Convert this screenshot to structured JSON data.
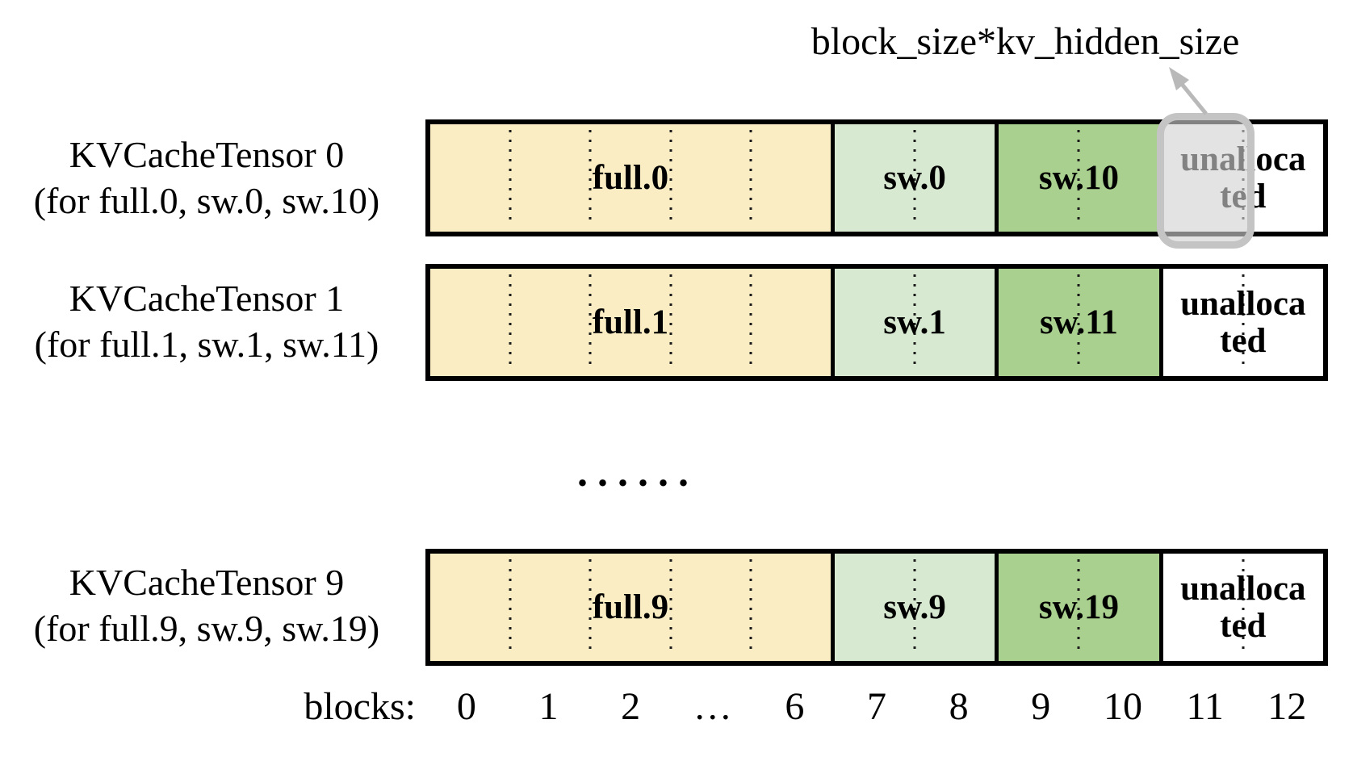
{
  "annotation": {
    "label": "block_size*kv_hidden_size"
  },
  "rows": [
    {
      "title": "KVCacheTensor 0",
      "subtitle": "(for full.0, sw.0, sw.10)",
      "segments": {
        "full": {
          "label": "full.0"
        },
        "sw_a": {
          "label": "sw.0"
        },
        "sw_b": {
          "label": "sw.10"
        },
        "unallocated": {
          "line1": "unalloca",
          "line2": "ted"
        }
      },
      "highlighted_block": "11"
    },
    {
      "title": "KVCacheTensor 1",
      "subtitle": "(for full.1, sw.1, sw.11)",
      "segments": {
        "full": {
          "label": "full.1"
        },
        "sw_a": {
          "label": "sw.1"
        },
        "sw_b": {
          "label": "sw.11"
        },
        "unallocated": {
          "line1": "unalloca",
          "line2": "ted"
        }
      }
    },
    {
      "title": "KVCacheTensor 9",
      "subtitle": "(for full.9, sw.9, sw.19)",
      "segments": {
        "full": {
          "label": "full.9"
        },
        "sw_a": {
          "label": "sw.9"
        },
        "sw_b": {
          "label": "sw.19"
        },
        "unallocated": {
          "line1": "unalloca",
          "line2": "ted"
        }
      }
    }
  ],
  "ellipsis": "......",
  "axis": {
    "label": "blocks:",
    "ticks": [
      "0",
      "1",
      "2",
      "…",
      "6",
      "7",
      "8",
      "9",
      "10",
      "11",
      "12"
    ]
  },
  "colors": {
    "full": "#FAEDC3",
    "sw_a": "#D8E9D1",
    "sw_b": "#A9D08E",
    "unallocated": "#FFFFFF",
    "border": "#000000",
    "highlight_fill": "rgba(210,210,210,0.62)",
    "highlight_border": "#C4C4C4",
    "arrow": "#B9B9B9"
  }
}
